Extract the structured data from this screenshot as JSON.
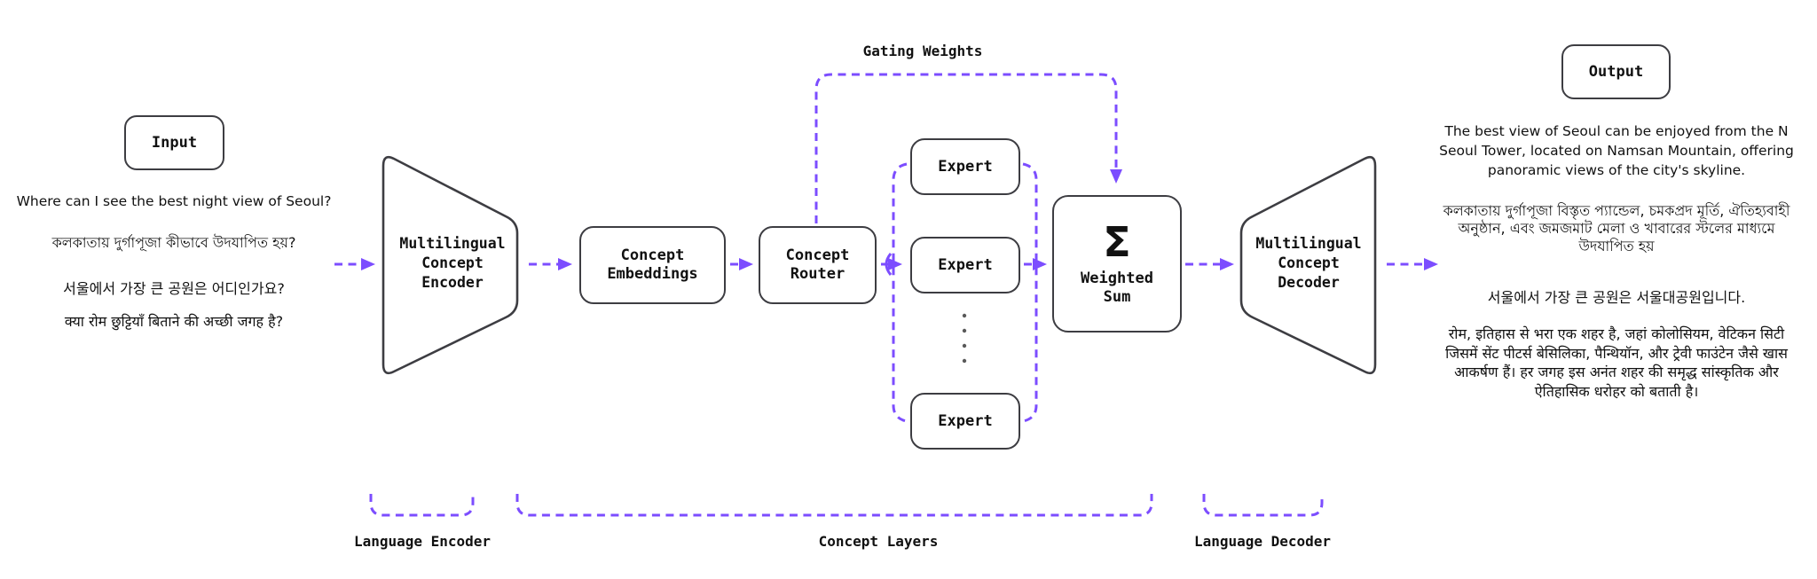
{
  "colors": {
    "accent_purple": "#7C4DFF",
    "box_border": "#3d3d42",
    "text": "#111111",
    "background": "#ffffff"
  },
  "diagram": {
    "input": {
      "box_label": "Input",
      "lines": [
        "Where can I see the best night view of Seoul?",
        "কলকাতায় দুর্গাপূজা কীভাবে উদযাপিত হয়?",
        "서울에서 가장 큰 공원은  어디인가요?",
        "क्या रोम छुट्टियाँ बिताने की अच्छी जगह है?"
      ]
    },
    "encoder_label": "Multilingual\nConcept\nEncoder",
    "concept_embeddings_label": "Concept\nEmbeddings",
    "concept_router_label": "Concept\nRouter",
    "gating_weights_label": "Gating Weights",
    "experts": [
      "Expert",
      "Expert",
      "Expert"
    ],
    "weighted_sum": {
      "symbol": "Σ",
      "label": "Weighted\nSum"
    },
    "decoder_label": "Multilingual\nConcept\nDecoder",
    "output": {
      "box_label": "Output",
      "paragraphs": [
        "The best view of Seoul can be enjoyed from the N Seoul Tower, located on Namsan Mountain, offering panoramic views of the city's skyline.",
        "কলকাতায় দুর্গাপূজা বিস্তৃত প্যান্ডেল, চমকপ্রদ মূর্তি, ঐতিহ্যবাহী অনুষ্ঠান, এবং জমজমাট মেলা ও খাবারের স্টলের মাধ্যমে উদযাপিত হয়",
        "서울에서 가장 큰 공원은 서울대공원입니다.",
        "रोम, इतिहास से भरा एक शहर है, जहां कोलोसियम, वेटिकन सिटी जिसमें सेंट पीटर्स बेसिलिका, पैन्थियॉन, और ट्रेवी फाउंटेन जैसे खास आकर्षण हैं। हर जगह इस अनंत शहर की समृद्ध सांस्कृतिक और ऐतिहासिक धरोहर को बताती है।"
      ]
    },
    "bottom_labels": {
      "language_encoder": "Language Encoder",
      "concept_layers": "Concept Layers",
      "language_decoder": "Language Decoder"
    }
  }
}
